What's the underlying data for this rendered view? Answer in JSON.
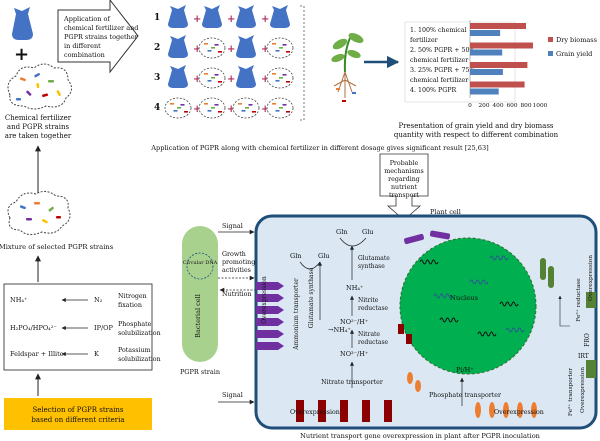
{
  "top": {
    "combo_label": "Chemical fertilizer and PGPR strains are taken together",
    "combo_lines": [
      "Chemical fertilizer",
      "and PGPR strains",
      "are taken together"
    ],
    "arrow_text_lines": [
      "Application of",
      "chemical fertilizer and",
      "PGPR strains together",
      "in different",
      "combination"
    ],
    "rows": [
      "1",
      "2",
      "3",
      "4"
    ],
    "legend_items": [
      "1. 100% chemical",
      "fertilizer",
      "2. 50% PGPR + 50%",
      "chemical fertilizer",
      "3. 25% PGPR + 75%",
      "chemical fertilizer",
      "4. 100% PGPR"
    ],
    "chart_caption_lines": [
      "Presentation of grain yield and dry biomass",
      "quantity with respect to different combination"
    ],
    "summary": "Application of PGPR along with chemical fertilizer in different dosage gives significant result [25,63]"
  },
  "chart_data": {
    "type": "bar",
    "orientation": "horizontal",
    "categories": [
      "1",
      "2",
      "3",
      "4"
    ],
    "series": [
      {
        "name": "Dry biomass",
        "color": "#c0504d",
        "values": [
          800,
          900,
          820,
          780
        ]
      },
      {
        "name": "Grain yield",
        "color": "#4f81bd",
        "values": [
          430,
          460,
          470,
          410
        ]
      }
    ],
    "xticks": [
      "0",
      "200",
      "400",
      "600",
      "800",
      "1000"
    ],
    "xlim": [
      0,
      1000
    ],
    "legend_position": "right"
  },
  "left": {
    "mixture_label": "Mixture of  selected PGPR strains",
    "rows": [
      {
        "left": "NH₄⁺",
        "mid": "N₂",
        "right": "Nitrogen fixation"
      },
      {
        "left": "H₂PO₄/HPO₄²⁻",
        "mid": "IP/OP",
        "right": "Phosphate solubilization"
      },
      {
        "left": "Feldspar + Illite",
        "mid": "K",
        "right": "Potassium solubilization"
      }
    ],
    "selection_lines": [
      "Selection of PGPR strains",
      "based on different criteria"
    ]
  },
  "mechanism": {
    "callout_lines": [
      "Probable",
      "mechanisms",
      "regarding",
      "nutrient",
      "transport"
    ],
    "plant_cell": "Plant cell",
    "signal_top": "Signal",
    "signal_bottom": "Signal",
    "growth_lines": [
      "Growth",
      "promoting",
      "activities"
    ],
    "nutrition": "Nutrition",
    "pgpr_strain": "PGPR strain",
    "bacterial_cell": "Bacterial cell",
    "circular_dna": "Circular DNA",
    "overexpression_left": "Overexpression",
    "overexpression_bottom_left": "Overexpression",
    "overexpression_bottom_right": "Overexpression",
    "overexpression_right_top": "Overexpression",
    "overexpression_right_bottom": "Overexpression",
    "ammonium_transporter": "Ammonium transporter",
    "glutamate_synthase_left": "Glutamate synthase",
    "nh4_left": "→NH₄⁺",
    "gln_left": "Gln",
    "glu_left": "Glu",
    "gln_top": "Gln",
    "glu_top": "Glu",
    "glutamate_synthase_right": "Glutamate synthase",
    "nh4_mid": "NH₄⁺",
    "nitrite_reductase": "Nitrite reductase",
    "no2": "NO²⁻/H⁺",
    "nitrate_reductase": "Nitrate reductase",
    "no3": "NO³⁻/H⁺",
    "nitrate_transporter": "Nitrate transporter",
    "nucleus": "Nucleus",
    "pi": "Pi/H⁺",
    "phosphate_transporter": "Phosphate transporter",
    "fe3_reductase": "Fe³⁺ reductase",
    "fro": "FRO",
    "irt": "IRT",
    "fe2_transporter": "Fe²⁺ transporter",
    "caption": "Nutrient transport gene overexpression in plant after PGPR inoculation"
  },
  "colors": {
    "bag": "#4472c4",
    "plus": "#b0305a",
    "selection_fill": "#ffc000",
    "cell_border": "#1f4e79",
    "cell_fill": "#dbe7f3",
    "nucleus": "#00b050",
    "bacteria": "#a9d18e",
    "ammonium": "#7030a0",
    "nitrate": "#8b0000",
    "phosphate": "#ed7d31",
    "fro": "#548235"
  }
}
